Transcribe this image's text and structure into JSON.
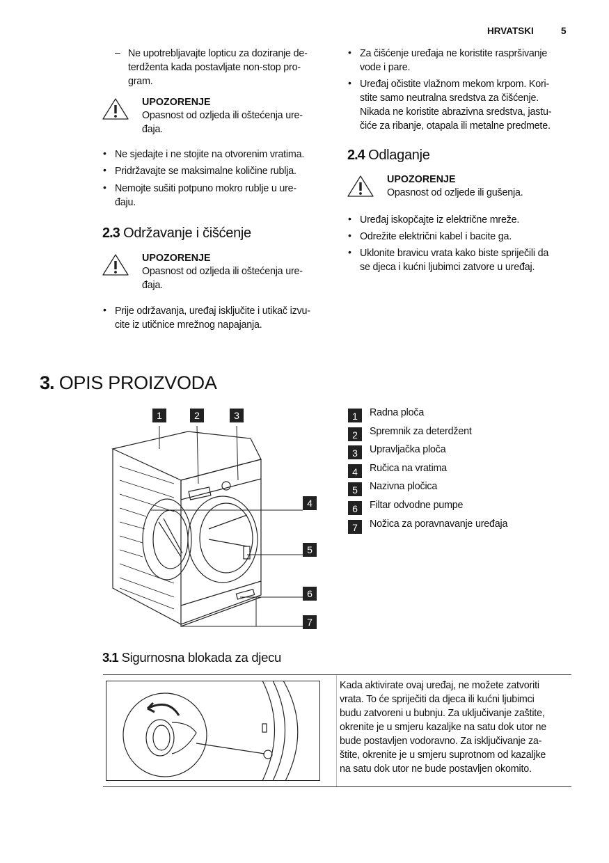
{
  "header": {
    "language": "HRVATSKI",
    "page_number": "5"
  },
  "left": {
    "dash_item": "Ne upotrebljavajte lopticu za doziranje de-\nterdženta kada postavljate non-stop pro-\ngram.",
    "warning1": {
      "title": "UPOZORENJE",
      "text": "Opasnost od ozljeda ili oštećenja ure-\nđaja."
    },
    "bullets1": [
      "Ne sjedajte i ne stojite na otvorenim vratima.",
      "Pridržavajte se maksimalne količine rublja.",
      "Nemojte sušiti potpuno mokro rublje u ure-\nđaju."
    ],
    "section_2_3": {
      "number": "2.3",
      "title": "Održavanje i čišćenje"
    },
    "warning2": {
      "title": "UPOZORENJE",
      "text": "Opasnost od ozljeda ili oštećenja ure-\nđaja."
    },
    "bullets2": [
      "Prije održavanja, uređaj isključite i utikač izvu-\ncite iz utičnice mrežnog napajanja."
    ]
  },
  "right": {
    "bullets1": [
      "Za čišćenje uređaja ne koristite raspršivanje\nvode i pare.",
      "Uređaj očistite vlažnom mekom krpom. Kori-\nstite samo neutralna sredstva za čišćenje.\nNikada ne koristite abrazivna sredstva, jastu-\nčiće za ribanje, otapala ili metalne predmete."
    ],
    "section_2_4": {
      "number": "2.4",
      "title": "Odlaganje"
    },
    "warning": {
      "title": "UPOZORENJE",
      "text": "Opasnost od ozljede ili gušenja."
    },
    "bullets2": [
      "Uređaj iskopčajte iz električne mreže.",
      "Odrežite električni kabel i bacite ga.",
      "Uklonite bravicu vrata kako biste spriječili da\nse djeca i kućni ljubimci zatvore u uređaj."
    ]
  },
  "section_3": {
    "number": "3.",
    "title": "OPIS PROIZVODA"
  },
  "figure": {
    "callouts": [
      "1",
      "2",
      "3",
      "4",
      "5",
      "6",
      "7"
    ]
  },
  "legend": [
    {
      "n": "1",
      "label": "Radna ploča"
    },
    {
      "n": "2",
      "label": "Spremnik za deterdžent"
    },
    {
      "n": "3",
      "label": "Upravljačka ploča"
    },
    {
      "n": "4",
      "label": "Ručica na vratima"
    },
    {
      "n": "5",
      "label": "Nazivna pločica"
    },
    {
      "n": "6",
      "label": "Filtar odvodne pumpe"
    },
    {
      "n": "7",
      "label": "Nožica za poravnavanje uređaja"
    }
  ],
  "section_3_1": {
    "number": "3.1",
    "title": "Sigurnosna blokada za djecu",
    "text": "Kada aktivirate ovaj uređaj, ne možete zatvoriti\nvrata. To će spriječiti da djeca ili kućni ljubimci\nbudu zatvoreni u bubnju. Za uključivanje zaštite,\nokrenite je u smjeru kazaljke na satu dok utor ne\nbude postavljen vodoravno. Za isključivanje za-\nštite, okrenite je u smjeru suprotnom od kazaljke\nna satu dok utor ne bude postavljen okomito."
  }
}
